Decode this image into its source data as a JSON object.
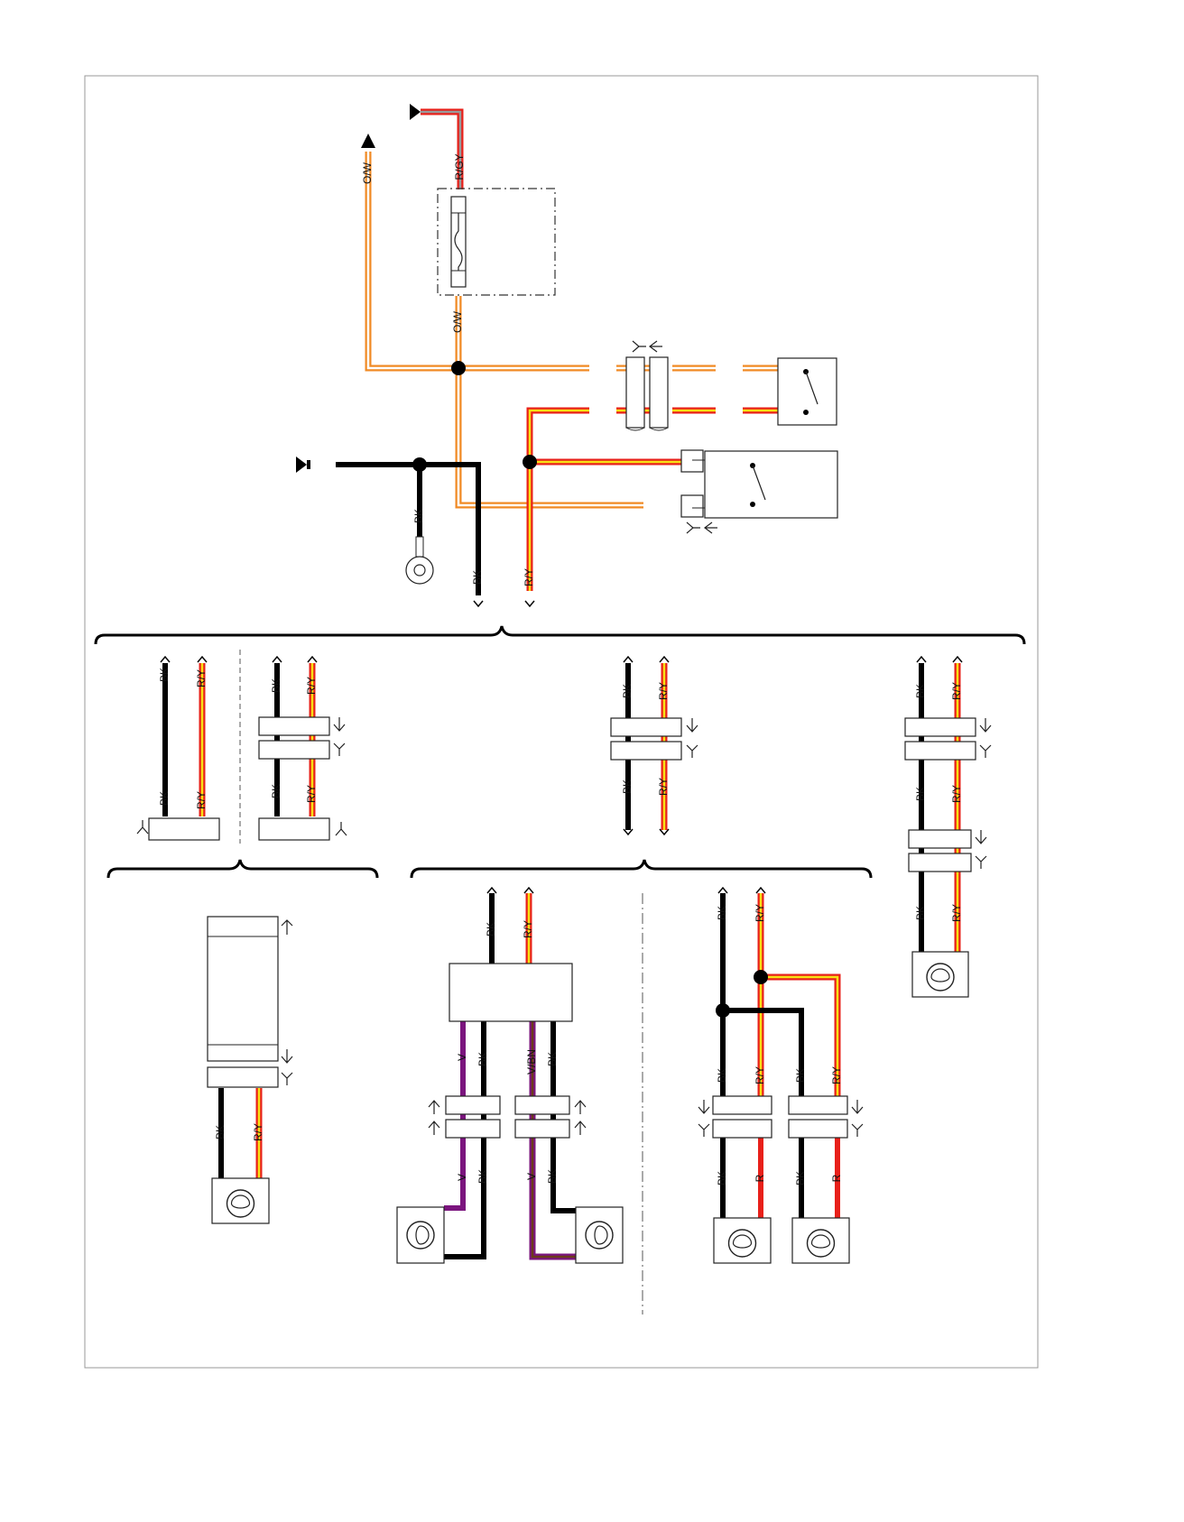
{
  "colors": {
    "black": "#000000",
    "orange": "#f08a24",
    "red": "#e8201a",
    "yellow": "#f7e014",
    "violet": "#7b157e",
    "grey": "#9a9a9a",
    "brown": "#6b3b1a"
  },
  "wire_labels": {
    "rgy": "R/GY",
    "ow": "O/W",
    "bk": "BK",
    "ry": "R/Y",
    "v": "V",
    "vbn": "V/BN",
    "r": "R"
  },
  "icons": [
    "fuse-icon",
    "switch-icon",
    "ground-ring-icon",
    "lamp-icon",
    "connector-icon",
    "brace-icon",
    "arrow-icon"
  ]
}
